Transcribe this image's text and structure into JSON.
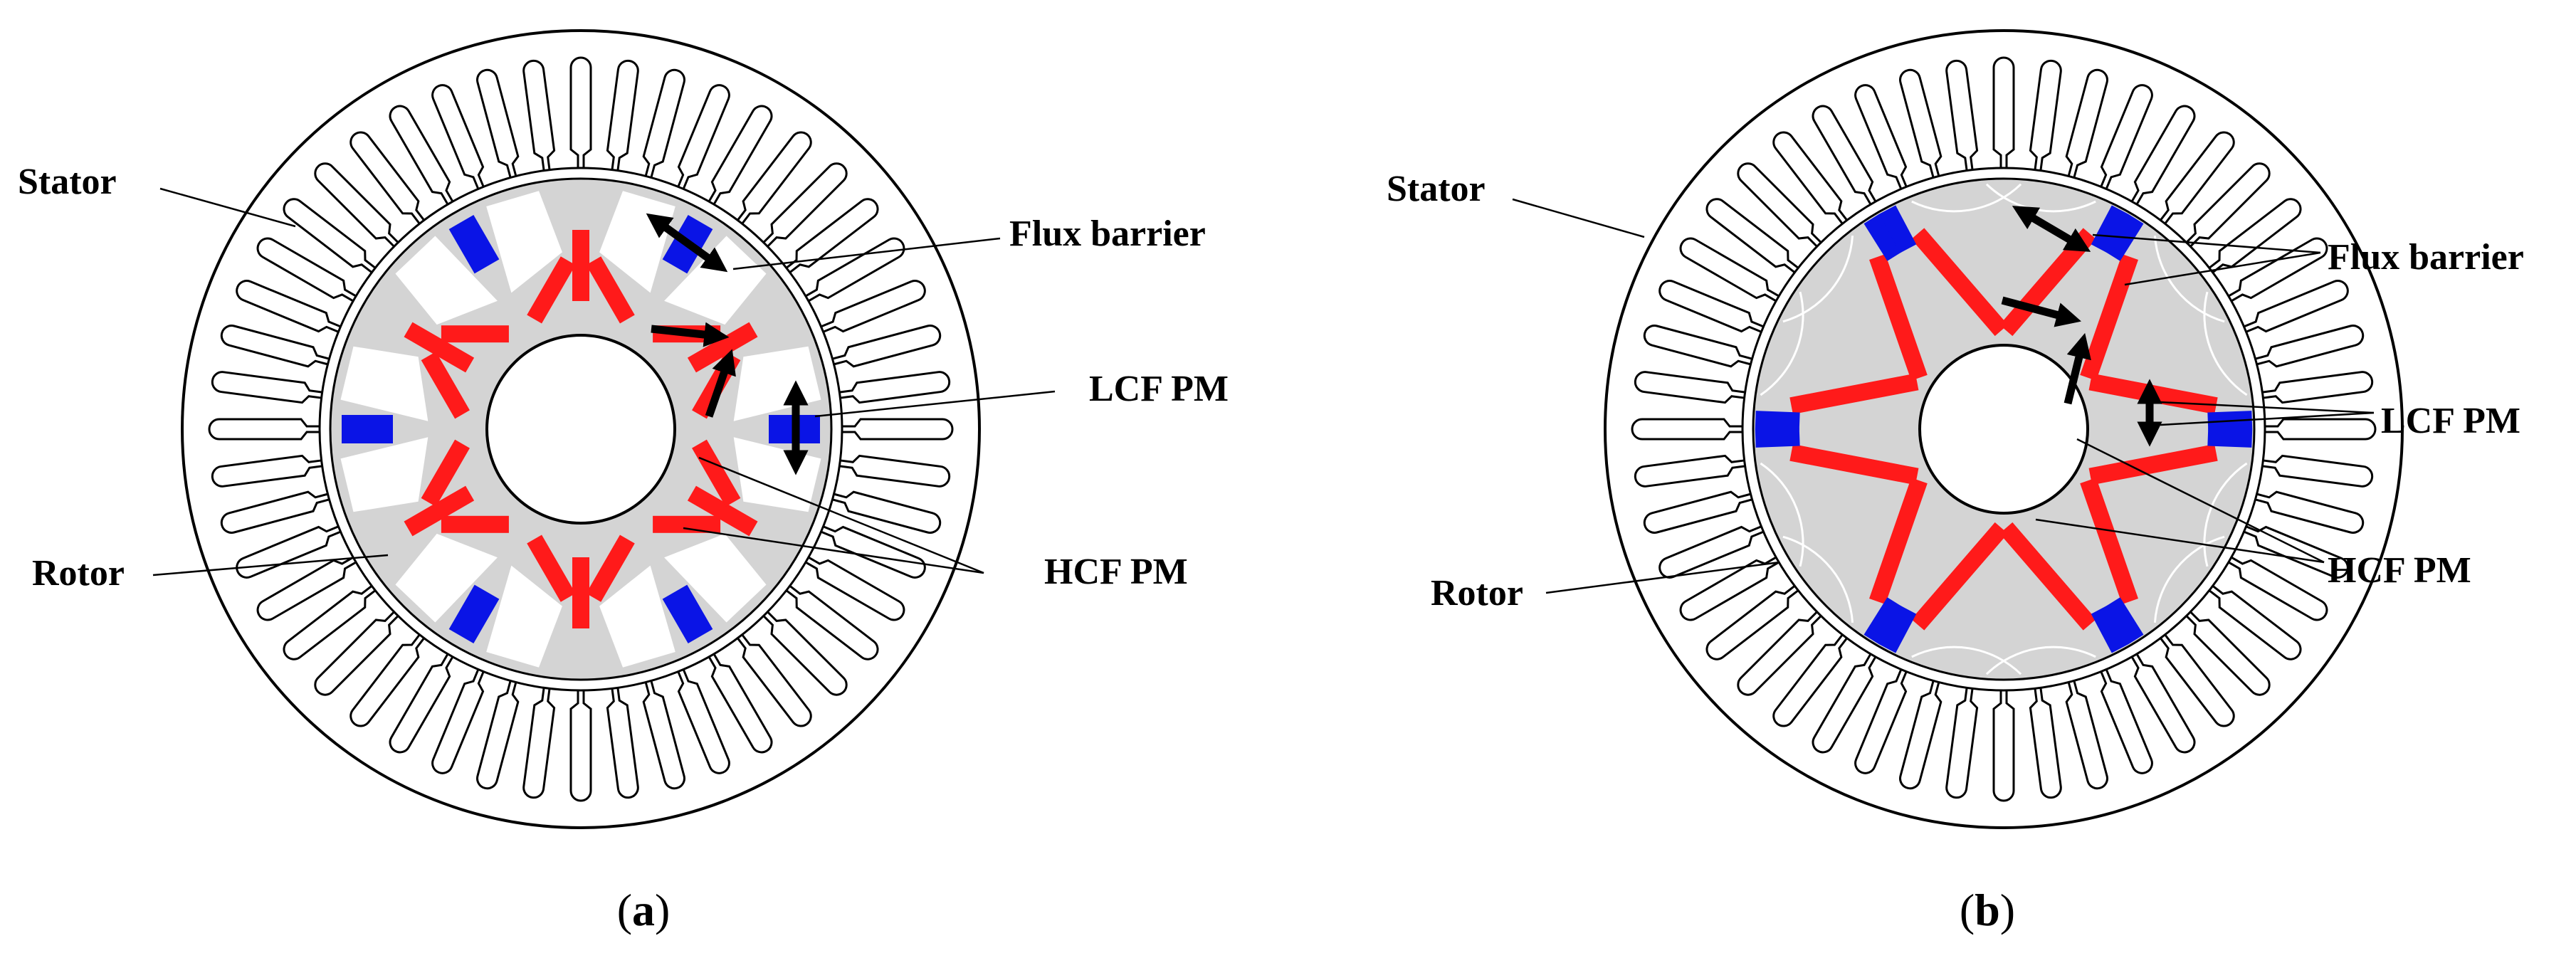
{
  "colors": {
    "background": "#ffffff",
    "outline": "#000000",
    "rotor_core": "#d4d4d4",
    "flux_barrier": "#ffffff",
    "hcf_pm": "#ff1a1a",
    "lcf_pm": "#0a14e6",
    "magnetization_arrow": "#000000"
  },
  "diagrams": [
    {
      "caption": {
        "open": "(",
        "letter": "a",
        "close": ")"
      },
      "labels": {
        "stator": "Stator",
        "flux_barrier": "Flux barrier",
        "lcf_pm": "LCF PM",
        "hcf_pm": "HCF PM",
        "rotor": "Rotor"
      },
      "stator_slot_count": 48,
      "rotor_pole_count": 6,
      "lcf_pm_layers": 1
    },
    {
      "caption": {
        "open": "(",
        "letter": "b",
        "close": ")"
      },
      "labels": {
        "stator": "Stator",
        "flux_barrier": "Flux barrier",
        "lcf_pm": "LCF PM",
        "hcf_pm": "HCF PM",
        "rotor": "Rotor"
      },
      "stator_slot_count": 48,
      "rotor_pole_count": 6,
      "lcf_pm_layers": 2
    }
  ]
}
